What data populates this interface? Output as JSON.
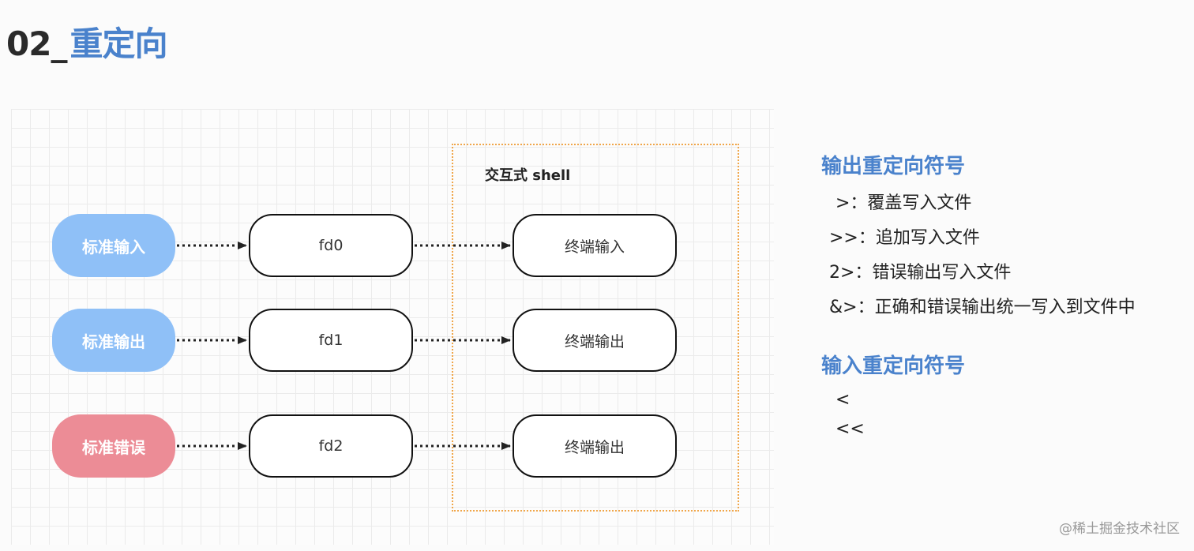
{
  "title": {
    "number": "02_",
    "text": "重定向"
  },
  "diagram": {
    "shell_label": "交互式 shell",
    "sources": [
      {
        "label": "标准输入",
        "color": "#8fc0f7"
      },
      {
        "label": "标准输出",
        "color": "#8fc0f7"
      },
      {
        "label": "标准错误",
        "color": "#ec8c96"
      }
    ],
    "fds": [
      "fd0",
      "fd1",
      "fd2"
    ],
    "terminals": [
      "终端输入",
      "终端输出",
      "终端输出"
    ]
  },
  "legend": {
    "output_heading": "输出重定向符号",
    "output_items": [
      ">：覆盖写入文件",
      ">>：追加写入文件",
      "2>：错误输出写入文件",
      "&>：正确和错误输出统一写入到文件中"
    ],
    "input_heading": "输入重定向符号",
    "input_items": [
      "<",
      "<<"
    ]
  },
  "watermark": "@稀土掘金技术社区"
}
